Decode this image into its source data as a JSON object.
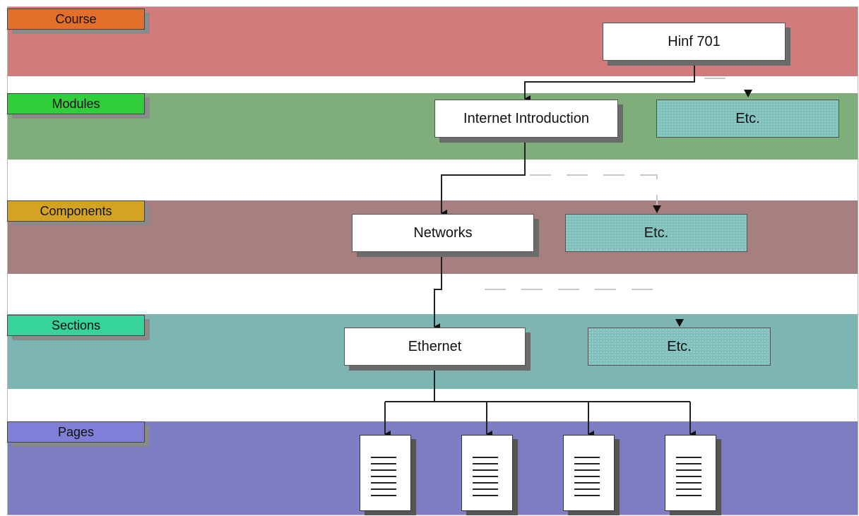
{
  "levels": {
    "course": "Course",
    "modules": "Modules",
    "components": "Components",
    "sections": "Sections",
    "pages": "Pages"
  },
  "nodes": {
    "course": "Hinf 701",
    "module": "Internet Introduction",
    "module_etc": "Etc.",
    "component": "Networks",
    "component_etc": "Etc.",
    "section": "Ethernet",
    "section_etc": "Etc."
  },
  "colors": {
    "course_band": "#d27b7c",
    "modules_band": "#7fae7b",
    "components_band": "#a87f7f",
    "sections_band": "#7db5b2",
    "pages_band": "#7d7dc3",
    "course_tag": "#e26f2a",
    "modules_tag": "#2fce3a",
    "components_tag": "#d5a323",
    "sections_tag": "#36d39a",
    "pages_tag": "#7f7fd8"
  }
}
